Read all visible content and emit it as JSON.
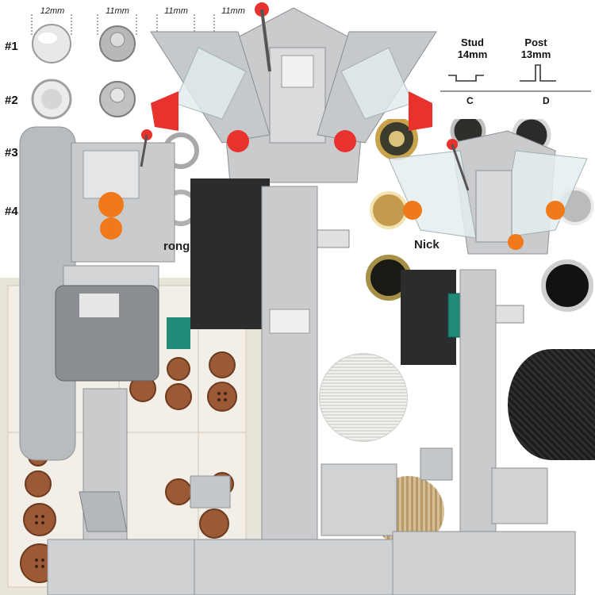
{
  "row_labels": [
    "#1",
    "#2",
    "#3",
    "#4"
  ],
  "size_labels": [
    "12mm",
    "11mm",
    "11mm",
    "11mm"
  ],
  "spec": {
    "stud": {
      "title": "Stud",
      "size": "14mm",
      "letter": "C"
    },
    "post": {
      "title": "Post",
      "size": "13mm",
      "letter": "D"
    }
  },
  "partial_text": {
    "left": "rong",
    "right": "Nick"
  },
  "colors": {
    "machine_gray": "#c9cbcd",
    "machine_dark": "#8e9296",
    "accent_red": "#e8322e",
    "accent_orange": "#f07a1a",
    "panel_black": "#2a2c2e",
    "switch_teal": "#1f8a78",
    "button_wood": "#a0623a"
  }
}
